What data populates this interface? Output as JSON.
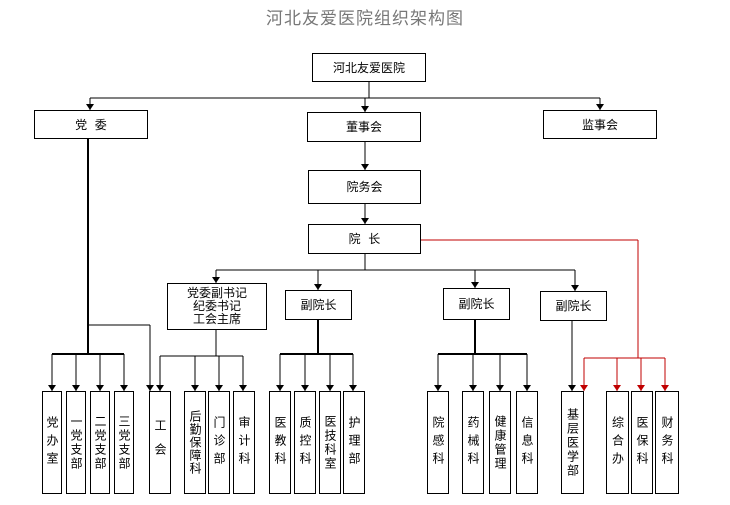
{
  "title": "河北友爱医院组织架构图",
  "root": "河北友爱医院",
  "party_committee": "党  委",
  "board": "董事会",
  "supervisors": "监事会",
  "hospital_affairs": "院务会",
  "president": "院  长",
  "party_deputy": [
    "党委副书记",
    "纪委书记",
    "工会主席"
  ],
  "vice_president": "副院长",
  "departments": {
    "party_office": "党办室",
    "branch_1": "一党支部",
    "branch_2": "二党支部",
    "branch_3": "三党支部",
    "union": "工会",
    "logistics": "后勤保障科",
    "outpatient": "门诊部",
    "audit": "审计科",
    "education": "医教科",
    "quality": "质控科",
    "med_tech": "医技科室",
    "nursing": "护理部",
    "infection": "院感科",
    "pharmacy": "药械科",
    "health_mgmt": "健康管理",
    "information": "信息科",
    "primary_care": "基层医学部",
    "general_office": "综合办",
    "insurance": "医保科",
    "finance": "财务科"
  }
}
